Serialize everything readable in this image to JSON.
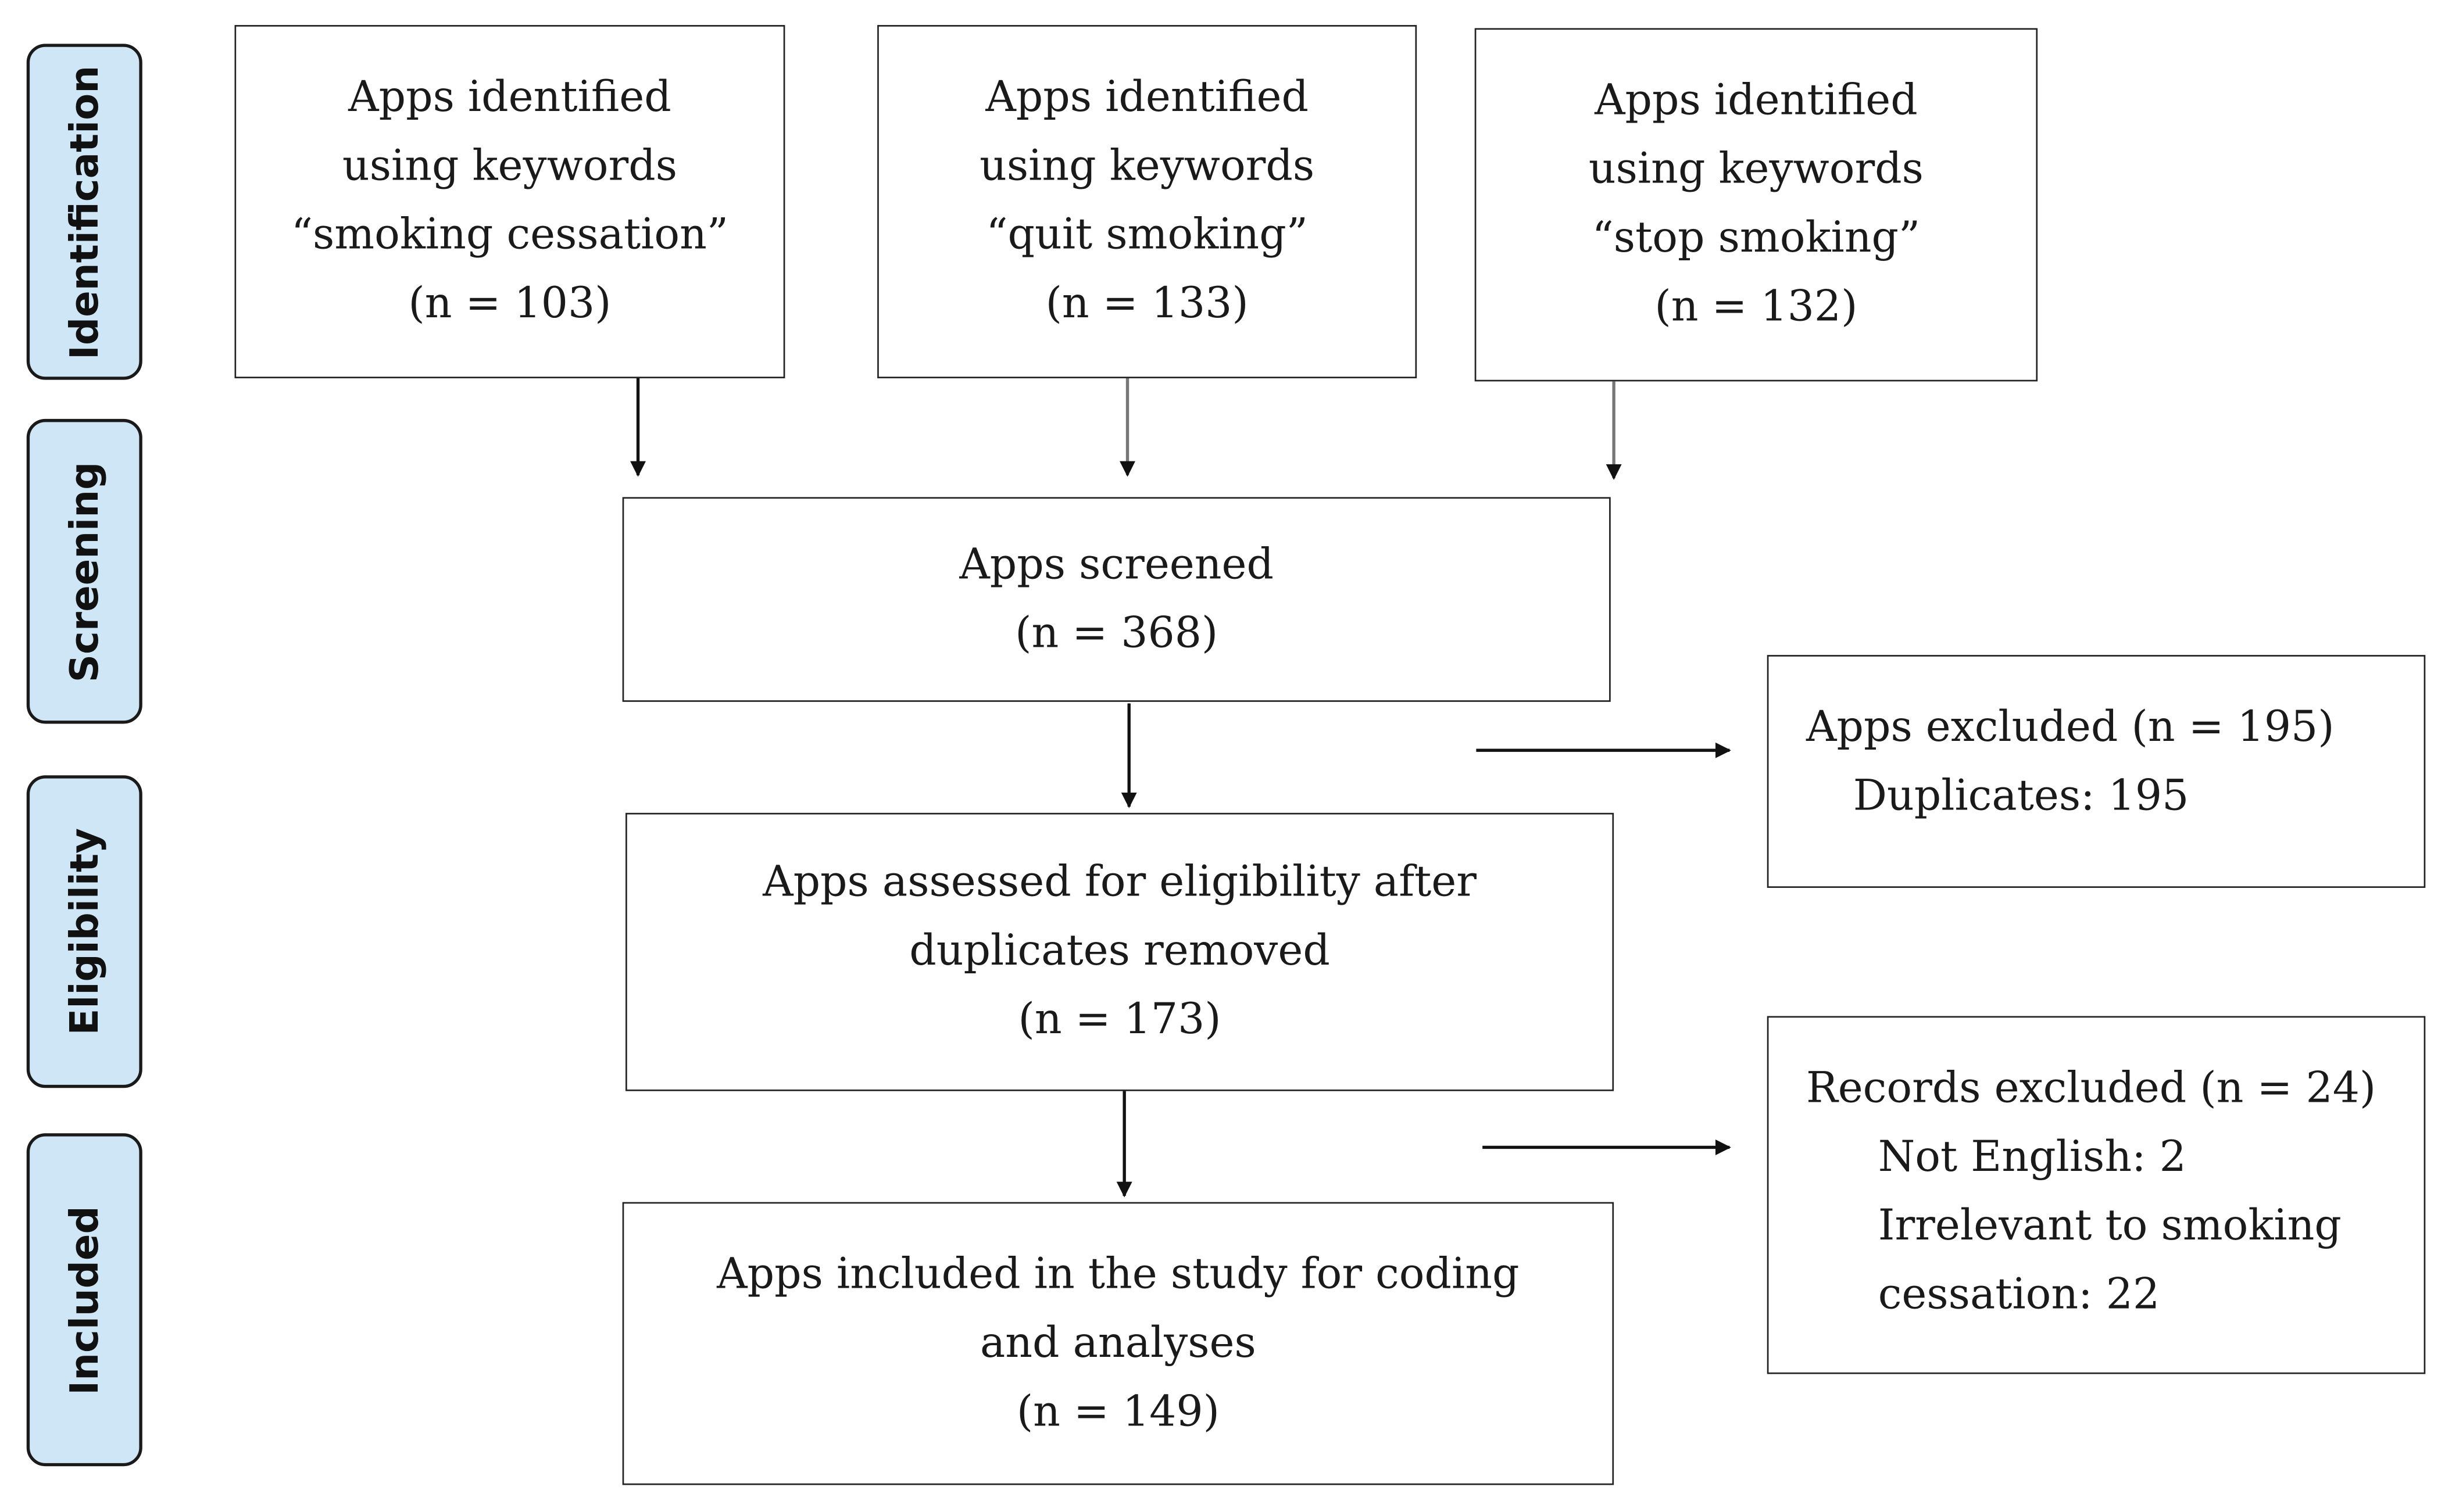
{
  "stages": {
    "identification": "Identification",
    "screening": "Screening",
    "eligibility": "Eligibility",
    "included": "Included"
  },
  "identified": [
    {
      "line1": "Apps identified",
      "line2": "using keywords",
      "keyword": "“smoking cessation”",
      "count": "(n = 103)"
    },
    {
      "line1": "Apps identified",
      "line2": "using keywords",
      "keyword": "“quit smoking”",
      "count": "(n = 133)"
    },
    {
      "line1": "Apps identified",
      "line2": "using keywords",
      "keyword": "“stop smoking”",
      "count": "(n = 132)"
    }
  ],
  "screened": {
    "title": "Apps screened",
    "count": "(n = 368)"
  },
  "excluded_duplicates": {
    "title": "Apps excluded (n = 195)",
    "detail": "Duplicates: 195"
  },
  "eligibility": {
    "line1": "Apps assessed for eligibility after",
    "line2": "duplicates removed",
    "count": "(n = 173)"
  },
  "excluded_records": {
    "title": "Records excluded (n = 24)",
    "not_english": "Not English:  2",
    "irrelevant_line1": "Irrelevant to smoking",
    "irrelevant_line2": "cessation: 22"
  },
  "included": {
    "line1": "Apps included in the study for coding",
    "line2": "and analyses",
    "count": "(n = 149)"
  }
}
